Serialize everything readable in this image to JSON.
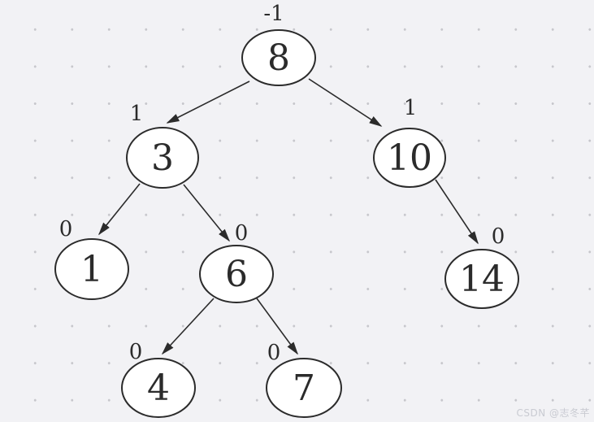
{
  "tree": {
    "type": "binary-tree-with-balance-factors",
    "nodes": [
      {
        "value": "8",
        "balance": "-1"
      },
      {
        "value": "3",
        "balance": "1"
      },
      {
        "value": "10",
        "balance": "1"
      },
      {
        "value": "1",
        "balance": "0"
      },
      {
        "value": "6",
        "balance": "0"
      },
      {
        "value": "14",
        "balance": "0"
      },
      {
        "value": "4",
        "balance": "0"
      },
      {
        "value": "7",
        "balance": "0"
      }
    ],
    "edges": [
      {
        "from": "8",
        "to": "3"
      },
      {
        "from": "8",
        "to": "10"
      },
      {
        "from": "3",
        "to": "1"
      },
      {
        "from": "3",
        "to": "6"
      },
      {
        "from": "6",
        "to": "4"
      },
      {
        "from": "6",
        "to": "7"
      },
      {
        "from": "10",
        "to": "14"
      }
    ]
  },
  "watermark": {
    "text": "CSDN @志冬芊"
  },
  "colors": {
    "background": "#f2f2f5",
    "grid_dot": "#c7c7cc",
    "node_fill": "#ffffff",
    "stroke": "#2b2b2b",
    "watermark": "#c9cbd2"
  }
}
